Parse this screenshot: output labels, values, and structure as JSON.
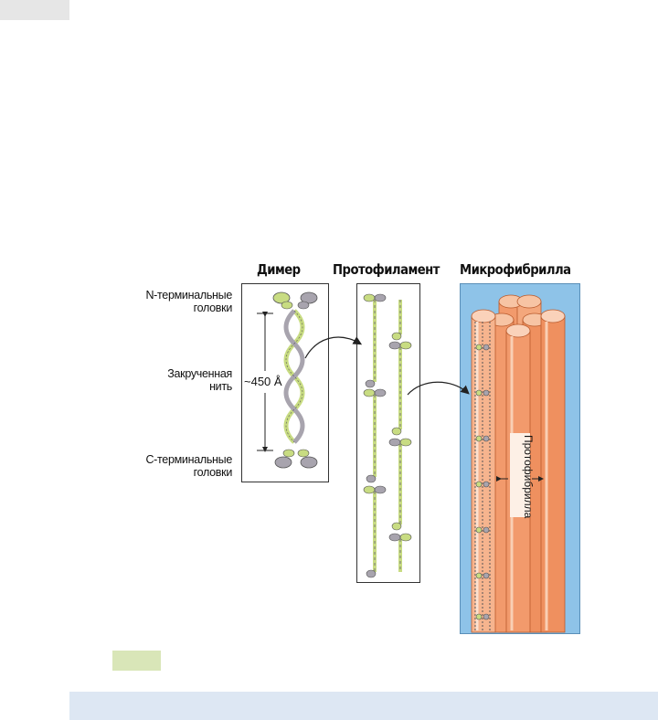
{
  "titles": {
    "dimer": "Димер",
    "protofilament": "Протофиламент",
    "microfibril": "Микрофибрилла"
  },
  "labels": {
    "n_terminal": [
      "N-терминальные",
      "головки"
    ],
    "coiled": [
      "Закрученная",
      "нить"
    ],
    "c_terminal": [
      "C-терминальные",
      "головки"
    ],
    "length": "~450 Å",
    "protofibril": "Протофибрилла"
  },
  "colors": {
    "green": "#c8dc82",
    "gray": "#a8a4ae",
    "orange": "#f29a6c",
    "blue_bg": "#8ec3e8"
  }
}
